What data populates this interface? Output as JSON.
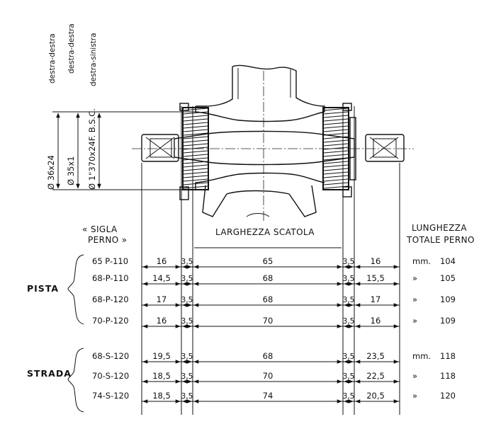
{
  "spec_labels": [
    "destra-destra",
    "destra-destra",
    "destra-sinistra"
  ],
  "thread_labels": [
    "Ø 36x24",
    "Ø 35x1",
    "Ø 1\"370x24F. B.S.C."
  ],
  "headers": {
    "sigla_line1": "« SIGLA",
    "sigla_line2": "PERNO »",
    "larghezza": "LARGHEZZA SCATOLA",
    "lunghezza_line1": "LUNGHEZZA",
    "lunghezza_line2": "TOTALE PERNO"
  },
  "cup_value": "3,5",
  "groups": [
    {
      "label": "PISTA",
      "rows": [
        {
          "sigla": "65 P-110",
          "left": "16",
          "center": "65",
          "right": "16",
          "unit": "mm.",
          "total": "104"
        },
        {
          "sigla": "68-P-110",
          "left": "14,5",
          "center": "68",
          "right": "15,5",
          "unit": "»",
          "total": "105"
        },
        {
          "sigla": "68-P-120",
          "left": "17",
          "center": "68",
          "right": "17",
          "unit": "»",
          "total": "109"
        },
        {
          "sigla": "70-P-120",
          "left": "16",
          "center": "70",
          "right": "16",
          "unit": "»",
          "total": "109"
        }
      ]
    },
    {
      "label": "STRADA",
      "rows": [
        {
          "sigla": "68-S-120",
          "left": "19,5",
          "center": "68",
          "right": "23,5",
          "unit": "mm.",
          "total": "118"
        },
        {
          "sigla": "70-S-120",
          "left": "18,5",
          "center": "70",
          "right": "22,5",
          "unit": "»",
          "total": "118"
        },
        {
          "sigla": "74-S-120",
          "left": "18,5",
          "center": "74",
          "right": "20,5",
          "unit": "»",
          "total": "120"
        }
      ]
    }
  ]
}
